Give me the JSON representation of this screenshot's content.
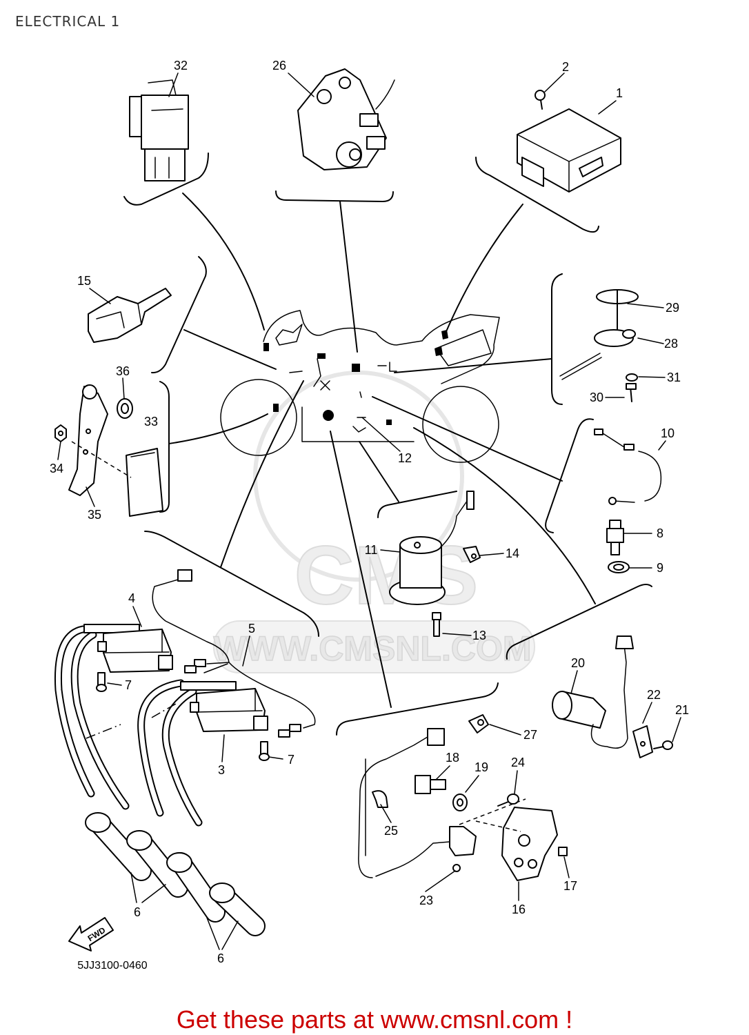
{
  "title": "ELECTRICAL 1",
  "diagram_code": "5JJ3100-0460",
  "fwd_label": "FWD",
  "footer": "Get these parts at www.cmsnl.com !",
  "watermark": {
    "logo": "CMS",
    "url": "WWW.CMSNL.COM"
  },
  "callouts": [
    "32",
    "26",
    "2",
    "1",
    "15",
    "29",
    "28",
    "31",
    "30",
    "36",
    "33",
    "34",
    "35",
    "10",
    "12",
    "8",
    "9",
    "11",
    "14",
    "13",
    "4",
    "5",
    "7",
    "3",
    "7",
    "20",
    "22",
    "21",
    "27",
    "18",
    "19",
    "24",
    "25",
    "17",
    "23",
    "16",
    "6",
    "6"
  ],
  "colors": {
    "line": "#000000",
    "footer": "#cc0000",
    "watermark": "#d9d9d9"
  }
}
